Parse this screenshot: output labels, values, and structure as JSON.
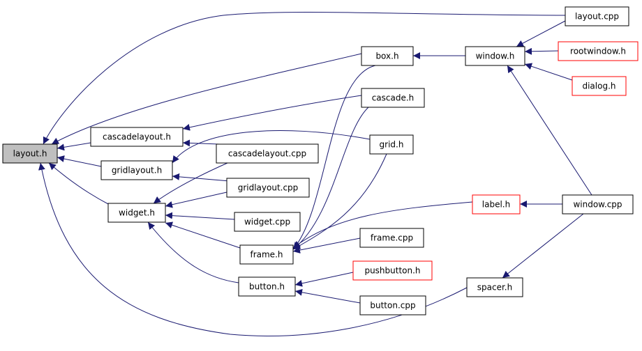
{
  "diagram": {
    "type": "include-dependency-graph",
    "colors": {
      "edge": "#191970",
      "node_border": "#000000",
      "node_border_undocumented": "#ff0000",
      "root_fill": "#bfbfbf",
      "node_fill": "#ffffff",
      "text": "#000000"
    },
    "nodes": [
      {
        "id": "layout_h",
        "label": "layout.h",
        "root": true
      },
      {
        "id": "cascadelayout_h",
        "label": "cascadelayout.h"
      },
      {
        "id": "gridlayout_h",
        "label": "gridlayout.h"
      },
      {
        "id": "widget_h",
        "label": "widget.h"
      },
      {
        "id": "box_h",
        "label": "box.h"
      },
      {
        "id": "cascade_h",
        "label": "cascade.h"
      },
      {
        "id": "grid_h",
        "label": "grid.h"
      },
      {
        "id": "cascadelayout_cpp",
        "label": "cascadelayout.cpp"
      },
      {
        "id": "gridlayout_cpp",
        "label": "gridlayout.cpp"
      },
      {
        "id": "widget_cpp",
        "label": "widget.cpp"
      },
      {
        "id": "frame_h",
        "label": "frame.h"
      },
      {
        "id": "button_h",
        "label": "button.h"
      },
      {
        "id": "frame_cpp",
        "label": "frame.cpp"
      },
      {
        "id": "pushbutton_h",
        "label": "pushbutton.h",
        "undocumented": true
      },
      {
        "id": "button_cpp",
        "label": "button.cpp"
      },
      {
        "id": "window_h",
        "label": "window.h"
      },
      {
        "id": "label_h",
        "label": "label.h",
        "undocumented": true
      },
      {
        "id": "spacer_h",
        "label": "spacer.h"
      },
      {
        "id": "layout_cpp",
        "label": "layout.cpp"
      },
      {
        "id": "rootwindow_h",
        "label": "rootwindow.h",
        "undocumented": true
      },
      {
        "id": "dialog_h",
        "label": "dialog.h",
        "undocumented": true
      },
      {
        "id": "window_cpp",
        "label": "window.cpp"
      }
    ],
    "edges": [
      {
        "from": "layout_cpp",
        "to": "layout_h"
      },
      {
        "from": "box_h",
        "to": "layout_h"
      },
      {
        "from": "cascadelayout_h",
        "to": "layout_h"
      },
      {
        "from": "gridlayout_h",
        "to": "layout_h"
      },
      {
        "from": "widget_h",
        "to": "layout_h"
      },
      {
        "from": "spacer_h",
        "to": "layout_h"
      },
      {
        "from": "cascade_h",
        "to": "cascadelayout_h"
      },
      {
        "from": "cascadelayout_cpp",
        "to": "cascadelayout_h"
      },
      {
        "from": "grid_h",
        "to": "gridlayout_h"
      },
      {
        "from": "gridlayout_cpp",
        "to": "gridlayout_h"
      },
      {
        "from": "cascadelayout_cpp",
        "to": "widget_h"
      },
      {
        "from": "gridlayout_cpp",
        "to": "widget_h"
      },
      {
        "from": "widget_cpp",
        "to": "widget_h"
      },
      {
        "from": "frame_h",
        "to": "widget_h"
      },
      {
        "from": "button_h",
        "to": "widget_h"
      },
      {
        "from": "box_h",
        "to": "frame_h"
      },
      {
        "from": "cascade_h",
        "to": "frame_h"
      },
      {
        "from": "grid_h",
        "to": "frame_h"
      },
      {
        "from": "label_h",
        "to": "frame_h"
      },
      {
        "from": "frame_cpp",
        "to": "frame_h"
      },
      {
        "from": "pushbutton_h",
        "to": "button_h"
      },
      {
        "from": "button_cpp",
        "to": "button_h"
      },
      {
        "from": "window_h",
        "to": "box_h"
      },
      {
        "from": "layout_cpp",
        "to": "window_h"
      },
      {
        "from": "rootwindow_h",
        "to": "window_h"
      },
      {
        "from": "dialog_h",
        "to": "window_h"
      },
      {
        "from": "window_cpp",
        "to": "window_h"
      },
      {
        "from": "window_cpp",
        "to": "label_h"
      },
      {
        "from": "window_cpp",
        "to": "spacer_h"
      }
    ]
  }
}
